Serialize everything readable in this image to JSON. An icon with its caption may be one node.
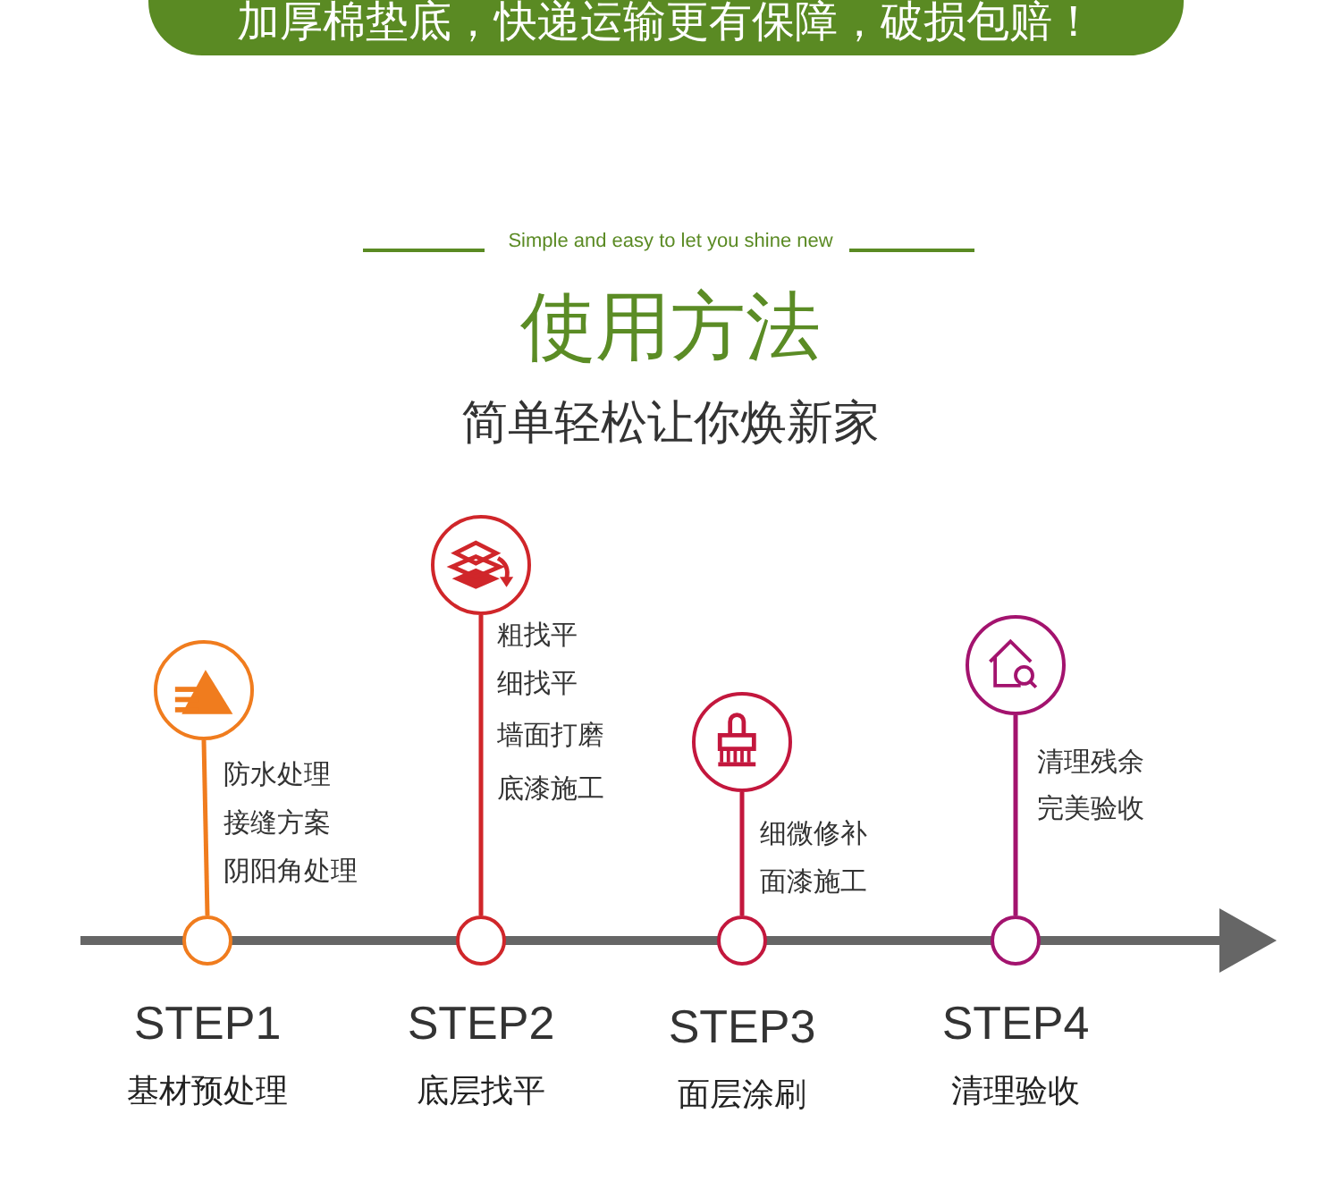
{
  "diagram": {
    "title": "使用方法",
    "nodes": [
      {
        "text": [
          "加厚棉垫底，快递运输更有保障，破损包赔！"
        ]
      },
      {
        "text": [],
        "shape": "circle"
      },
      {
        "text": [],
        "shape": "circle"
      },
      {
        "text": [],
        "shape": "circle"
      },
      {
        "text": [],
        "shape": "circle"
      },
      {
        "text": [],
        "shape": "circle",
        "beside": [
          "STEP1",
          "基材预处理"
        ]
      },
      {
        "text": [],
        "shape": "circle",
        "beside": [
          "STEP2",
          "底层找平"
        ]
      },
      {
        "text": [],
        "shape": "circle",
        "beside": [
          "STEP3",
          "面层涂刷"
        ]
      },
      {
        "text": [],
        "shape": "circle",
        "beside": [
          "STEP4",
          "清理验收"
        ]
      }
    ],
    "edges": [
      {
        "from": 1,
        "to": 5,
        "arrow": "none",
        "color": "#f07c1e"
      },
      {
        "from": 2,
        "to": 6,
        "arrow": "none",
        "color": "#d0262a"
      },
      {
        "from": 3,
        "to": 7,
        "arrow": "none",
        "color": "#c3173d"
      },
      {
        "from": 4,
        "to": 8,
        "arrow": "none",
        "color": "#a3136e"
      }
    ],
    "labels": [
      "Simple and easy to let you shine new",
      "简单轻松让你焕新家",
      "粗找平",
      "细找平",
      "墙面打磨",
      "底漆施工",
      "清理残余",
      "完美验收",
      "防水处理",
      "接缝方案",
      "细微修补",
      "阴阳角处理",
      "面漆施工"
    ]
  }
}
